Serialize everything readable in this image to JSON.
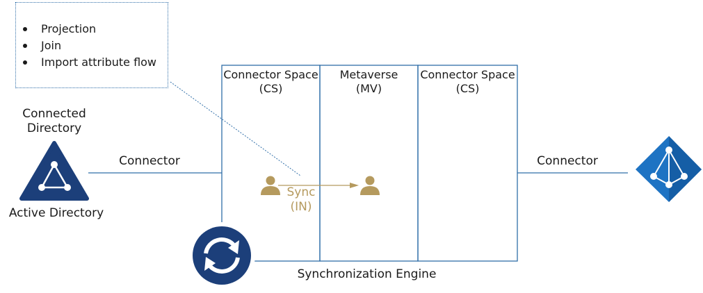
{
  "notes": {
    "items": [
      "Projection",
      "Join",
      "Import attribute flow"
    ]
  },
  "left_system": {
    "title": "Connected\nDirectory",
    "name": "Active Directory",
    "connector_label": "Connector",
    "icon": "active-directory-icon"
  },
  "right_system": {
    "connector_label": "Connector",
    "icon": "azure-ad-icon"
  },
  "engine": {
    "sections": [
      {
        "label": "Connector Space\n(CS)"
      },
      {
        "label": "Metaverse\n(MV)"
      },
      {
        "label": "Connector Space\n(CS)"
      }
    ],
    "sync_label": "Sync\n(IN)",
    "name": "Synchronization Engine",
    "icon": "sync-refresh-icon"
  },
  "colors": {
    "line_blue": "#2f6ea8",
    "dark_navy": "#1c3f7a",
    "azure_blue": "#1e73c3",
    "gold": "#b59a5e"
  }
}
